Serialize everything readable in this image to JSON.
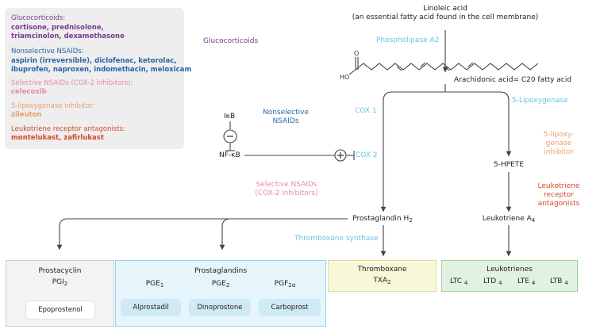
{
  "legend": {
    "items": [
      {
        "title": "Glucocorticoids:",
        "drugs": [
          "cortisone, prednisolone,",
          "triamcinolon, dexamethasone"
        ],
        "color": "#7b3a8c"
      },
      {
        "title": "Nonselective NSAIDs:",
        "drugs": [
          "aspirin (irreversible), diclofenac, ketorolac,",
          "ibuprofen, naproxen, indomethacin, meloxicam"
        ],
        "color": "#2a63a8"
      },
      {
        "title": "Selective NSAIDs (COX-2 inhibitors):",
        "drugs": [
          "celecoxib"
        ],
        "color": "#e58aa8"
      },
      {
        "title": "5-lipoxygenase inhibitor:",
        "drugs": [
          "zileuton"
        ],
        "color": "#e8a070"
      },
      {
        "title": "Leukotriene receptor antagonists:",
        "drugs": [
          "montelukast, zafirlukast"
        ],
        "color": "#d24a2a"
      }
    ]
  },
  "top": {
    "linoleic": "Linoleic acid",
    "linoleic_note": "(an essential fatty acid found in the cell membrane)",
    "phospholipase": "Phospholipase A2",
    "arachidonic": "Arachidonic acid= C20 fatty acid",
    "oh_label": "HO",
    "o_label": "O"
  },
  "inhibitors": {
    "glucocorticoids": "Glucocorticoids",
    "nonselective": [
      "Nonselective",
      "NSAIDs"
    ],
    "selective": [
      "Selective NSAIDs",
      "(COX-2 inhibitors)"
    ],
    "lipoxygenase_inhibitor": [
      "5-lipoxy-",
      "genase",
      "inhibitor"
    ],
    "leukotriene_antagonists": [
      "Leukotriene",
      "receptor",
      "antagonists"
    ]
  },
  "enzymes": {
    "cox1": "COX 1",
    "cox2": "COX 2",
    "lipoxygenase": "5-Lipoxygenase",
    "thromboxane_synthase": "Thromboxane synthase"
  },
  "signaling": {
    "ikb": "IκB",
    "nfkb": "NF-κB",
    "minus": "−",
    "plus": "+"
  },
  "intermediates": {
    "hpete": "5-HPETE",
    "prostaglandin": {
      "text": "Prostaglandin H",
      "sub": "2"
    },
    "leukotriene": {
      "text": "Leukotriene A",
      "sub": "4"
    }
  },
  "products": {
    "prostacyclin": {
      "title": "Prostacyclin",
      "code": "PGI",
      "code_sub": "2",
      "drugs": [
        "Epoprostenol"
      ]
    },
    "prostaglandins": {
      "title": "Prostaglandins",
      "codes": [
        {
          "text": "PGE",
          "sub": "1"
        },
        {
          "text": "PGE",
          "sub": "2"
        },
        {
          "text": "PGF",
          "sub": "2α"
        }
      ],
      "drugs": [
        "Alprostadil",
        "Dinoprostone",
        "Carboprost"
      ]
    },
    "thromboxane": {
      "title": "Thromboxane",
      "code": "TXA",
      "code_sub": "2"
    },
    "leukotrienes": {
      "title": "Leukotrienes",
      "codes": [
        {
          "text": "LTC",
          "sub": "4"
        },
        {
          "text": "LTD",
          "sub": "4"
        },
        {
          "text": "LTE",
          "sub": "4"
        },
        {
          "text": "LTB",
          "sub": "4"
        }
      ]
    }
  },
  "colors": {
    "glucocorticoid": "#7b3a8c",
    "nonselective": "#2a63a8",
    "selective": "#e58aa8",
    "lipoxygenase_inhibitor": "#e8a070",
    "antagonist": "#d24a2a",
    "enzyme": "#6cc3e2",
    "prostacyclin_bg": "#f3f3f3",
    "prostaglandins_bg": "#e6f5fb",
    "thromboxane_bg": "#f6f8d8",
    "leukotrienes_bg": "#e2f2e2"
  }
}
